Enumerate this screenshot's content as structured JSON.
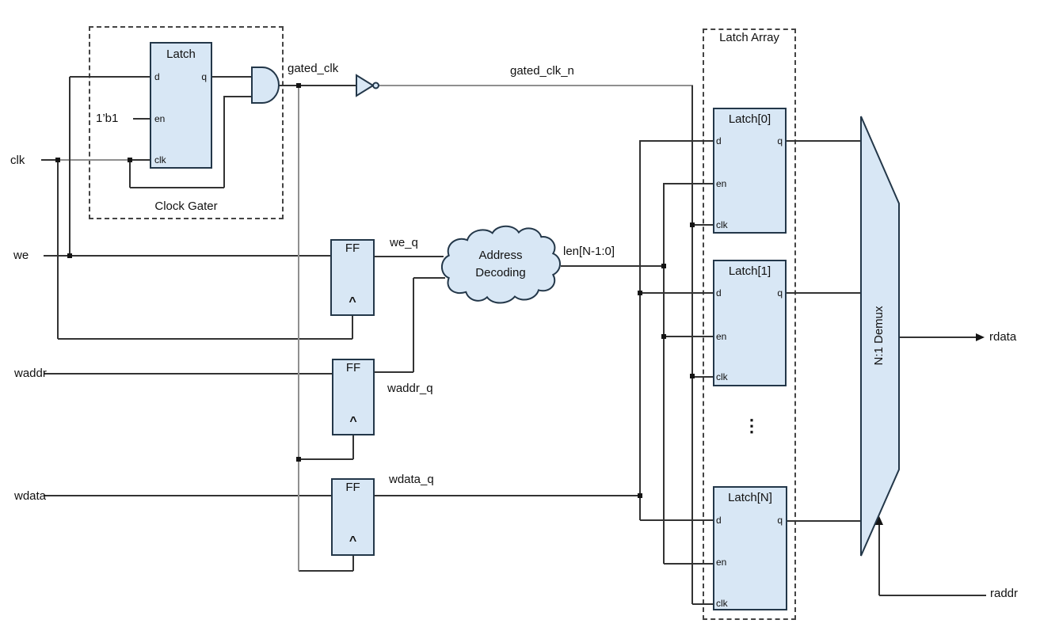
{
  "colors": {
    "block-fill": "#d8e7f5",
    "block-border": "#233749",
    "wire": "#333333",
    "clock-wire": "#8f8f8f",
    "text": "#111111"
  },
  "labels": {
    "clk": "clk",
    "we": "we",
    "waddr": "waddr",
    "wdata": "wdata",
    "const1": "1’b1",
    "gated_clk": "gated_clk",
    "gated_clk_n": "gated_clk_n",
    "we_q": "we_q",
    "waddr_q": "waddr_q",
    "wdata_q": "wdata_q",
    "len": "len[N-1:0]",
    "rdata": "rdata",
    "raddr": "raddr",
    "clock_gater": "Clock Gater",
    "latch_array": "Latch Array",
    "ellipsis": "⋮",
    "demux": "N:1 Demux",
    "decode_line1": "Address",
    "decode_line2": "Decoding"
  },
  "clock_gater_latch": {
    "title": "Latch",
    "d": "d",
    "q": "q",
    "en": "en",
    "clk": "clk"
  },
  "ffs": [
    {
      "label": "FF",
      "clk": "^"
    },
    {
      "label": "FF",
      "clk": "^"
    },
    {
      "label": "FF",
      "clk": "^"
    }
  ],
  "latches": [
    {
      "title": "Latch[0]",
      "d": "d",
      "q": "q",
      "en": "en",
      "clk": "clk"
    },
    {
      "title": "Latch[1]",
      "d": "d",
      "q": "q",
      "en": "en",
      "clk": "clk"
    },
    {
      "title": "Latch[N]",
      "d": "d",
      "q": "q",
      "en": "en",
      "clk": "clk"
    }
  ]
}
